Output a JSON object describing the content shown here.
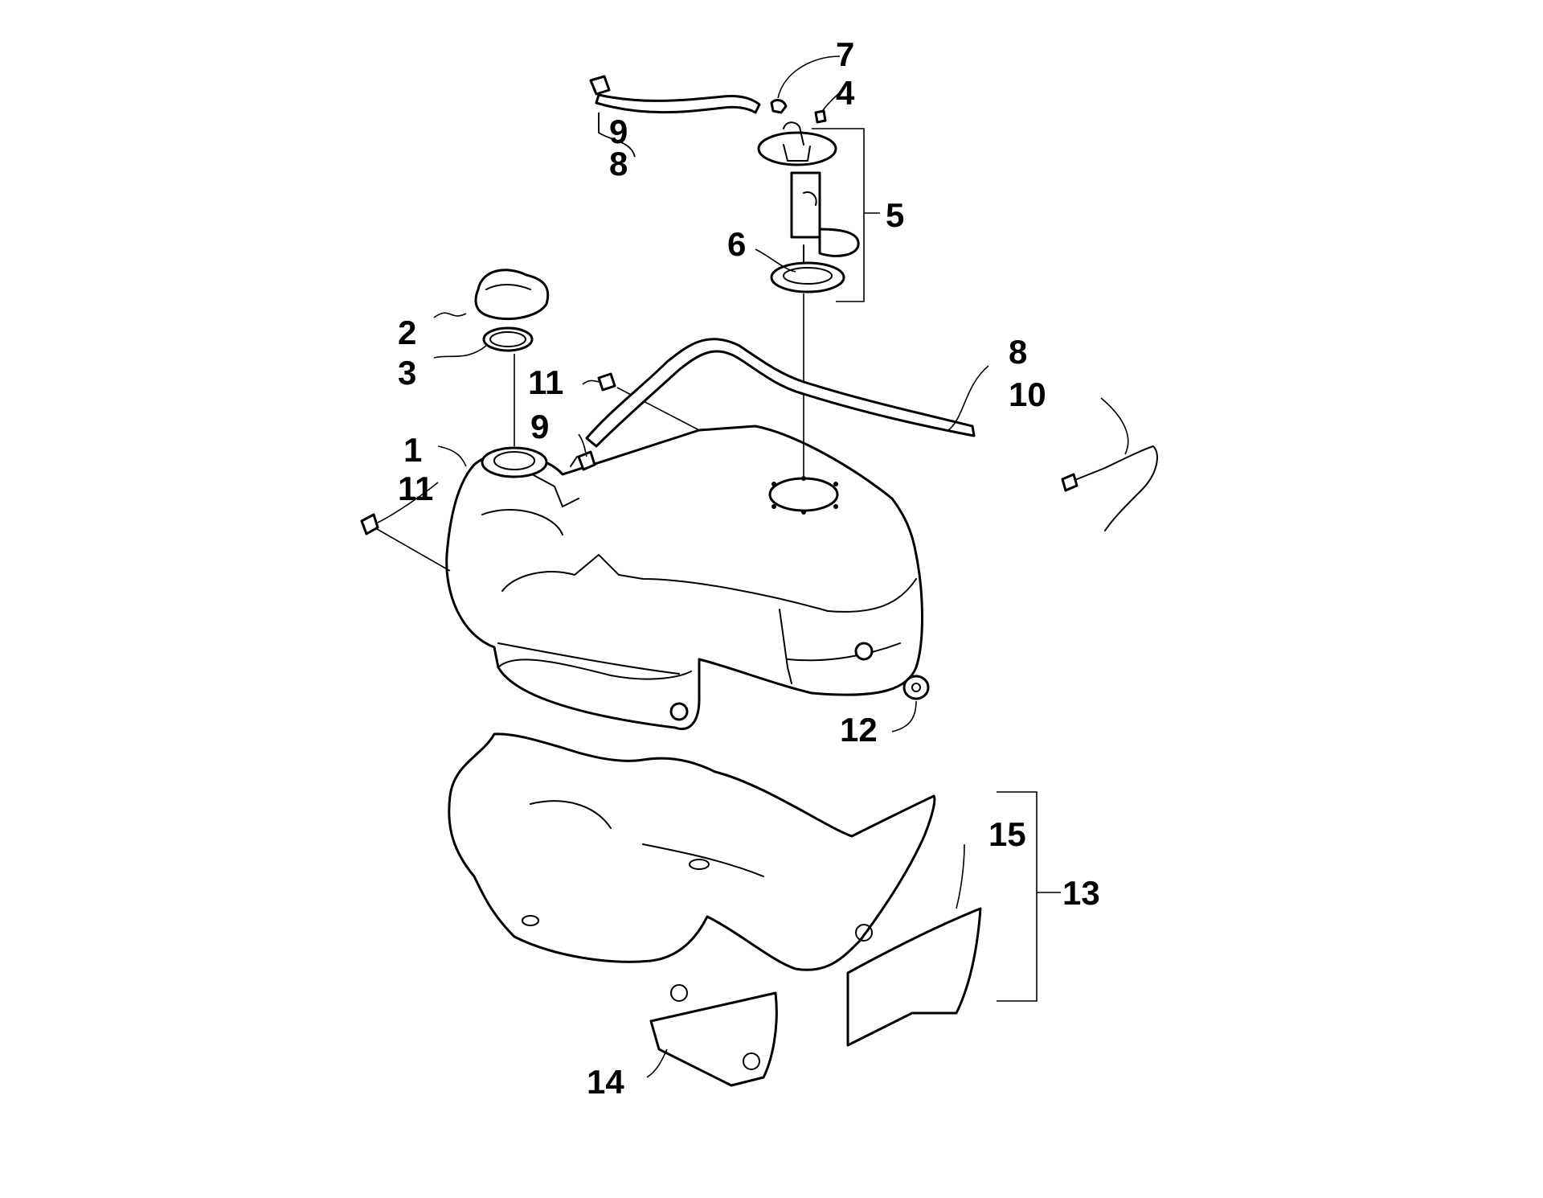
{
  "callouts": {
    "c1": "1",
    "c2": "2",
    "c3": "3",
    "c4": "4",
    "c5": "5",
    "c6": "6",
    "c7": "7",
    "c8_top": "8",
    "c8_right": "8",
    "c9_top": "9",
    "c9_mid": "9",
    "c10": "10",
    "c11_left": "11",
    "c11_top": "11",
    "c12": "12",
    "c13": "13",
    "c14": "14",
    "c15": "15"
  }
}
